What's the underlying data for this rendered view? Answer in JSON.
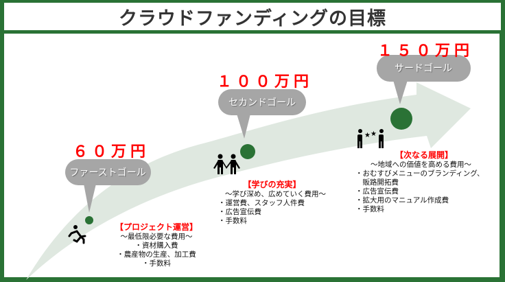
{
  "title": "クラウドファンディングの目標",
  "goals": [
    {
      "amount": "６０万円",
      "label": "ファーストゴール",
      "section_title": "【プロジェクト運営】",
      "subtitle": "～最低限必要な費用～",
      "items": [
        "・資材購入費",
        "・農産物の生産、加工費",
        "・手数料"
      ]
    },
    {
      "amount": "１００万円",
      "label": "セカンドゴール",
      "section_title": "【学びの充実】",
      "subtitle": "～学び深め、広めていく費用～",
      "items": [
        "・運営費、スタッフ人件費",
        "・広告宣伝費",
        "・手数料"
      ]
    },
    {
      "amount": "１５０万円",
      "label": "サードゴール",
      "section_title": "【次なる展開】",
      "subtitle": "～地域への価値を高める費用～",
      "items": [
        "・おむすびメニューのブランディング、",
        "　販路開拓費",
        "・広告宣伝費",
        "・拡大用のマニュアル作成費",
        "・手数料"
      ]
    }
  ],
  "colors": {
    "border": "#2a7235",
    "arrow": "#dfe8e0",
    "marker": "#2a7235",
    "bubble": "#a6a6a6",
    "amount": "#ff0000"
  }
}
